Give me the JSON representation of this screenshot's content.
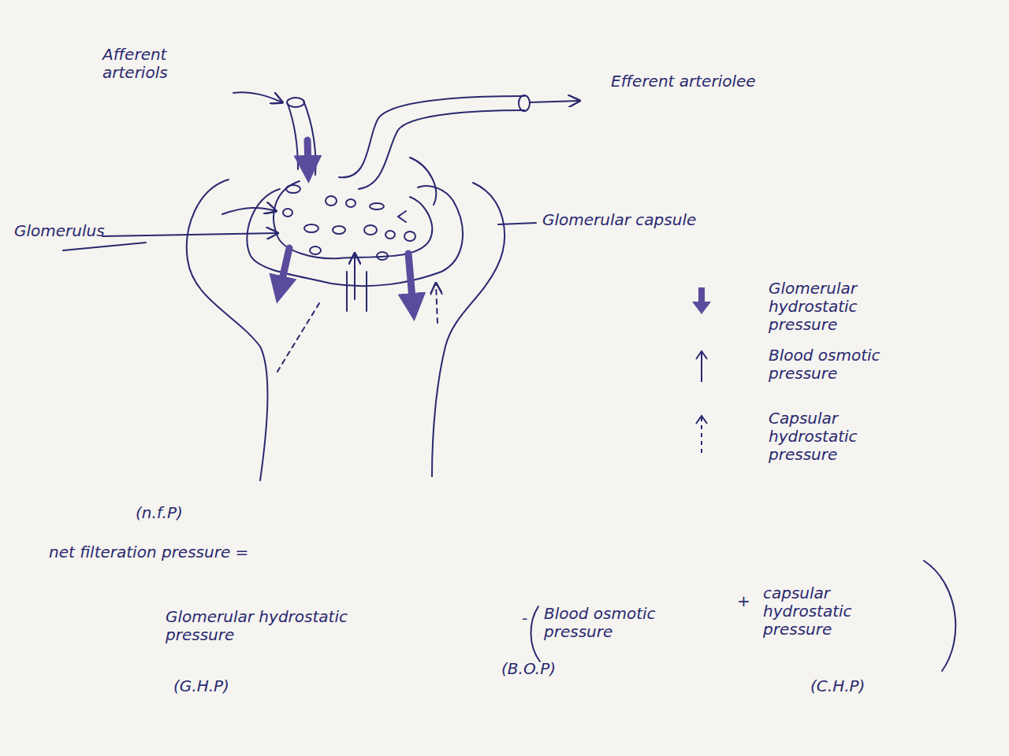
{
  "diagram": {
    "labels": [
      "Afferent arteriols",
      "Efferent arteriolee",
      "Glomerulus",
      "Glomerular capsule",
      "(n.f.P)",
      "net filteration pressure =",
      "Glomerular hydrostatic pressure",
      "(G.H.P)",
      "-",
      "Blood osmotic pressure",
      "(B.O.P)",
      "+",
      "capsular hydrostatic pressure",
      "(C.H.P)"
    ],
    "legend": [
      {
        "text": "Glomerular hydrostatic pressure"
      },
      {
        "text": "Blood osmotic pressure"
      },
      {
        "text": "Capsular hydrostatic pressure"
      }
    ]
  }
}
